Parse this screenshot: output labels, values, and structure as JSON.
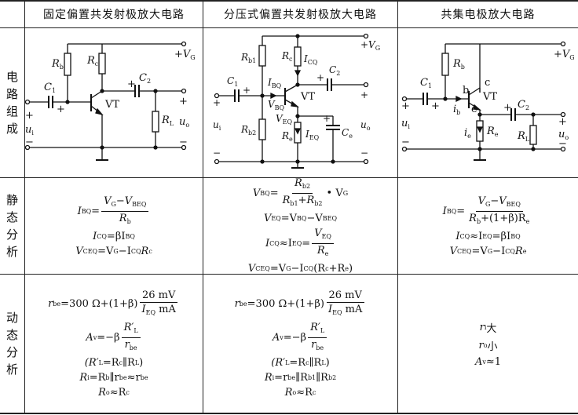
{
  "headers": {
    "fixed_bias": "固定偏置共发射极放大电路",
    "divider_bias": "分压式偏置共发射极放大电路",
    "common_collector": "共集电极放大电路"
  },
  "row_labels": {
    "circuit": [
      "电",
      "路",
      "组",
      "成"
    ],
    "static": [
      "静",
      "态",
      "分",
      "析"
    ],
    "dynamic": [
      "动",
      "态",
      "分",
      "析"
    ]
  },
  "circuit1": {
    "rb": "R",
    "rb_sub": "b",
    "rc": "R",
    "rc_sub": "c",
    "c1": "C",
    "c1_sub": "1",
    "c2": "C",
    "c2_sub": "2",
    "vt": "VT",
    "rl": "R",
    "rl_sub": "L",
    "vg": "+V",
    "vg_sub": "G",
    "ui": "u",
    "ui_sub": "i",
    "uo": "u",
    "uo_sub": "o",
    "plus": "+",
    "minus": "−"
  },
  "circuit2": {
    "rb1": "R",
    "rb1_sub": "b1",
    "rb2": "R",
    "rb2_sub": "b2",
    "rc": "R",
    "rc_sub": "c",
    "re": "R",
    "re_sub": "e",
    "ce": "C",
    "ce_sub": "e",
    "c1": "C",
    "c1_sub": "1",
    "c2": "C",
    "c2_sub": "2",
    "icq": "I",
    "icq_sub": "CQ",
    "ibq": "I",
    "ibq_sub": "BQ",
    "ieq": "I",
    "ieq_sub": "EQ",
    "vbq": "V",
    "vbq_sub": "BQ",
    "veq": "V",
    "veq_sub": "EQ",
    "vt": "VT",
    "vg": "+V",
    "vg_sub": "G",
    "ui": "u",
    "ui_sub": "i",
    "uo": "u",
    "uo_sub": "o",
    "plus": "+",
    "minus": "−"
  },
  "circuit3": {
    "rb": "R",
    "rb_sub": "b",
    "re": "R",
    "re_sub": "e",
    "rl": "R",
    "rl_sub": "L",
    "c1": "C",
    "c1_sub": "1",
    "c2": "C",
    "c2_sub": "2",
    "b": "b",
    "c": "c",
    "e": "e",
    "ib": "i",
    "ib_sub": "b",
    "ie": "i",
    "ie_sub": "e",
    "vt": "VT",
    "vg": "+V",
    "vg_sub": "G",
    "ui": "u",
    "ui_sub": "i",
    "uo": "u",
    "uo_sub": "o",
    "plus": "+",
    "minus": "−"
  },
  "static1": {
    "ibq_lhs": "I",
    "ibq_lhs_sub": "BQ",
    "eq": "=",
    "num_a": "V",
    "num_a_sub": "G",
    "num_minus": "−",
    "num_b": "V",
    "num_b_sub": "BEQ",
    "den": "R",
    "den_sub": "b",
    "icq_line": [
      "I",
      "CQ",
      "=βI",
      "BQ"
    ],
    "vceq_line": [
      "V",
      "CEQ",
      "=V",
      "G",
      "−I",
      "CQ",
      "R",
      "c"
    ]
  },
  "static2": {
    "vbq_lhs": "V",
    "vbq_lhs_sub": "BQ",
    "eq": "=",
    "num": "R",
    "num_sub": "b2",
    "den_a": "R",
    "den_a_sub": "b1",
    "den_plus": "+",
    "den_b": "R",
    "den_b_sub": "b2",
    "dot_vg": "• V",
    "dot_vg_sub": "G",
    "veq_line": [
      "V",
      "EQ",
      "=V",
      "BQ",
      "−V",
      "BEQ"
    ],
    "icq_lhs": [
      "I",
      "CQ",
      "≈I",
      "EQ",
      "="
    ],
    "icq_num": "V",
    "icq_num_sub": "EQ",
    "icq_den": "R",
    "icq_den_sub": "e",
    "vceq_line": [
      "V",
      "CEQ",
      "=V",
      "G",
      "−I",
      "CQ",
      "(R",
      "c",
      "+R",
      "e",
      ")"
    ]
  },
  "static3": {
    "ibq_lhs": "I",
    "ibq_lhs_sub": "BQ",
    "eq": "=",
    "num_a": "V",
    "num_a_sub": "G",
    "num_minus": "−",
    "num_b": "V",
    "num_b_sub": "BEQ",
    "den_a": "R",
    "den_a_sub": "b",
    "den_mid": "+(1+β)R",
    "den_b_sub": "e",
    "icq_line": [
      "I",
      "CQ",
      "≈I",
      "EQ",
      "=βI",
      "BQ"
    ],
    "vceq_line": [
      "V",
      "CEQ",
      "=V",
      "G",
      "−I",
      "CQ",
      "R",
      "e"
    ]
  },
  "dynamic1": {
    "rbe_lhs": "r",
    "rbe_lhs_sub": "be",
    "rbe_mid": "=300 Ω+(1+β)",
    "rbe_num": "26 mV",
    "rbe_den_i": "I",
    "rbe_den_sub": "EQ",
    "rbe_den_unit": " mA",
    "av_lhs": "A",
    "av_lhs_sub": "v",
    "av_mid": "=−β",
    "av_num": "R′",
    "av_num_sub": "L",
    "av_den": "r",
    "av_den_sub": "be",
    "rl_line": [
      "(R′",
      "L",
      "=R",
      "c",
      "∥R",
      "L",
      ")"
    ],
    "ri_line": [
      "R",
      "i",
      "=R",
      "b",
      "∥r",
      "be",
      "≈r",
      "be"
    ],
    "ro_line": [
      "R",
      "o",
      "≈R",
      "c"
    ]
  },
  "dynamic2": {
    "rbe_lhs": "r",
    "rbe_lhs_sub": "be",
    "rbe_mid": "=300 Ω+(1+β)",
    "rbe_num": "26 mV",
    "rbe_den_i": "I",
    "rbe_den_sub": "EQ",
    "rbe_den_unit": " mA",
    "av_lhs": "A",
    "av_lhs_sub": "v",
    "av_mid": "=−β",
    "av_num": "R′",
    "av_num_sub": "L",
    "av_den": "r",
    "av_den_sub": "be",
    "rl_line": [
      "(R′",
      "L",
      "=R",
      "c",
      "∥R",
      "L",
      ")"
    ],
    "ri_line": [
      "R",
      "i",
      "=r",
      "be",
      "∥R",
      "b1",
      "∥R",
      "b2"
    ],
    "ro_line": [
      "R",
      "o",
      "≈R",
      "c"
    ]
  },
  "dynamic3": {
    "ri_line": [
      "r",
      "i",
      " 大"
    ],
    "ro_line": [
      "r",
      "o",
      " 小"
    ],
    "av_line": [
      "A",
      "v",
      "≈1"
    ]
  }
}
